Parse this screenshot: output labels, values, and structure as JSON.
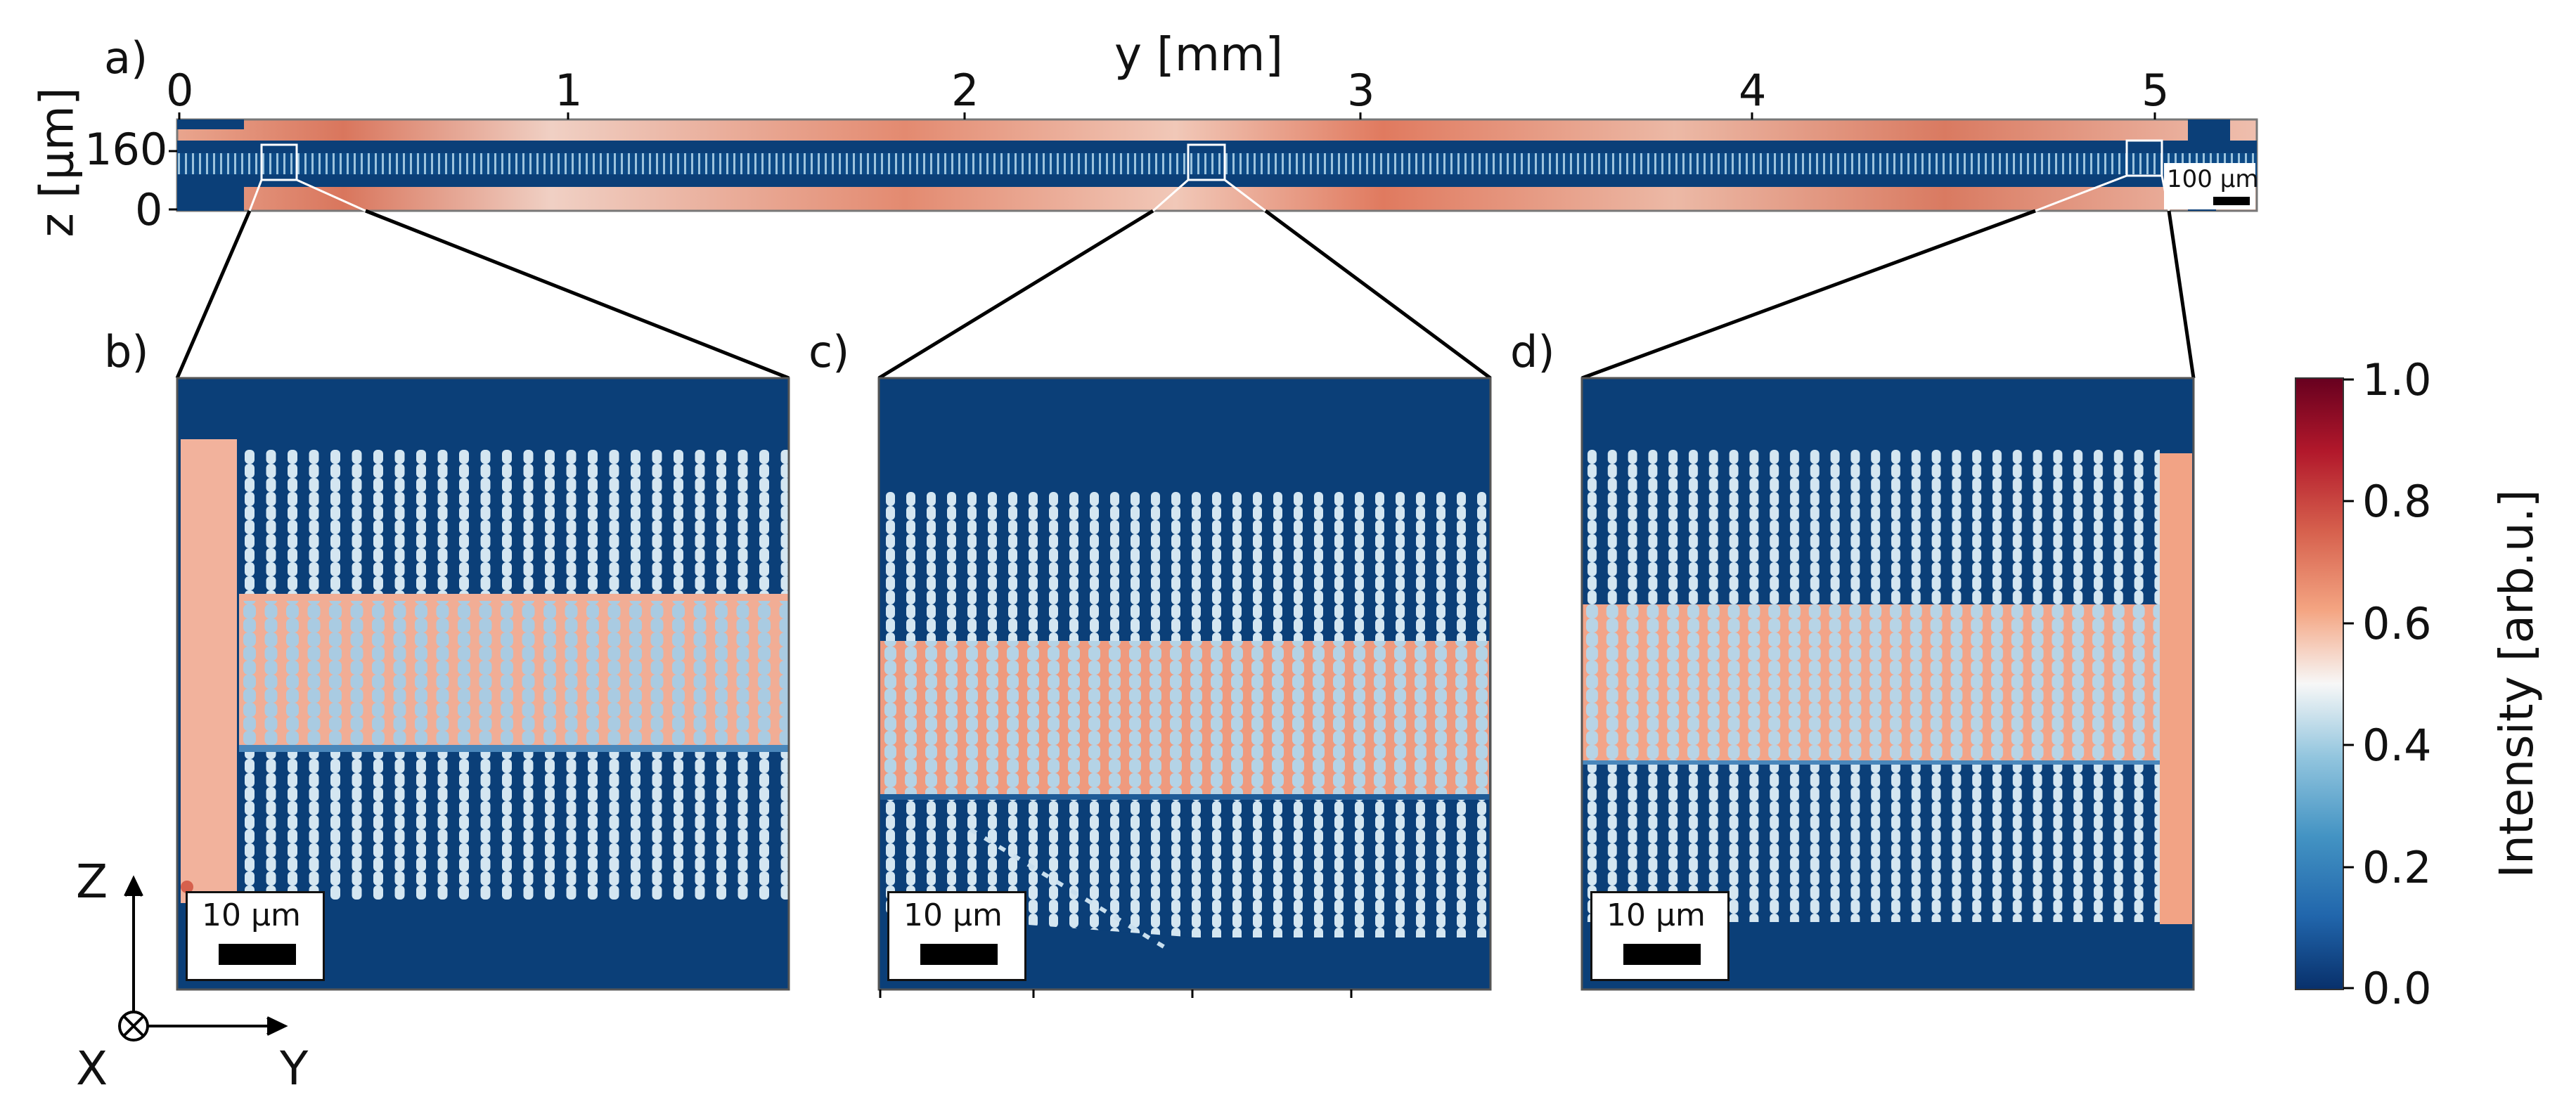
{
  "figure": {
    "panel_a": {
      "label": "a)",
      "x_axis_title": "y [mm]",
      "x_ticks": [
        "0",
        "1",
        "2",
        "3",
        "4",
        "5"
      ],
      "y_axis_title": "z [μm]",
      "y_ticks": [
        "160",
        "0"
      ],
      "scale_bar": "100 μm"
    },
    "panel_b": {
      "label": "b)",
      "scale_bar": "10 μm"
    },
    "panel_c": {
      "label": "c)",
      "scale_bar": "10 μm"
    },
    "panel_d": {
      "label": "d)",
      "scale_bar": "10 μm"
    },
    "coordinate_system": {
      "z": "Z",
      "x": "X",
      "y": "Y"
    },
    "colorbar": {
      "label": "Intensity [arb.u.]",
      "ticks": [
        "1.0",
        "0.8",
        "0.6",
        "0.4",
        "0.2",
        "0.0"
      ],
      "range": [
        0.0,
        1.0
      ],
      "colormap": [
        "#08306b",
        "#2166ac",
        "#4393c3",
        "#92c5de",
        "#f7f7f7",
        "#f4a582",
        "#d6604d",
        "#b2182b",
        "#67001f"
      ]
    },
    "colors": {
      "dark_blue": "#0b3f78",
      "stripe_light": "#dce9f2",
      "stripe_blue": "#b6d4e8",
      "salmon": "#f2b5a0",
      "red": "#e07a5f"
    }
  }
}
